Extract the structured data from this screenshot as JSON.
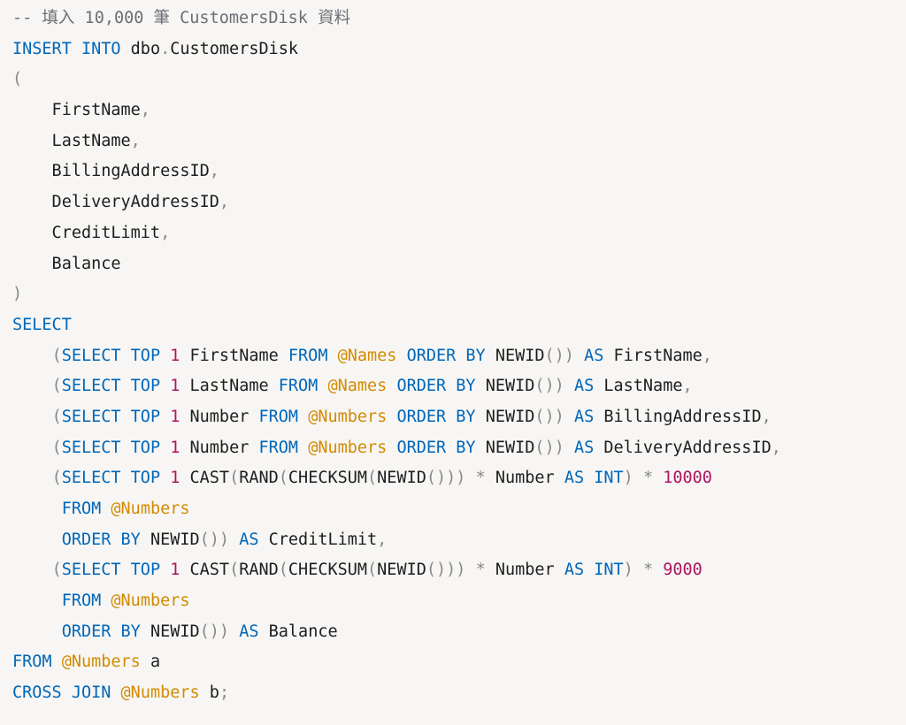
{
  "code": {
    "lines": [
      [
        [
          "cmt",
          "-- 填入 10,000 筆 CustomersDisk 資料"
        ]
      ],
      [
        [
          "kw",
          "INSERT"
        ],
        [
          "txt",
          " "
        ],
        [
          "kw",
          "INTO"
        ],
        [
          "txt",
          " dbo"
        ],
        [
          "pun",
          "."
        ],
        [
          "txt",
          "CustomersDisk"
        ]
      ],
      [
        [
          "pun",
          "("
        ]
      ],
      [
        [
          "txt",
          "    FirstName"
        ],
        [
          "pun",
          ","
        ]
      ],
      [
        [
          "txt",
          "    LastName"
        ],
        [
          "pun",
          ","
        ]
      ],
      [
        [
          "txt",
          "    BillingAddressID"
        ],
        [
          "pun",
          ","
        ]
      ],
      [
        [
          "txt",
          "    DeliveryAddressID"
        ],
        [
          "pun",
          ","
        ]
      ],
      [
        [
          "txt",
          "    CreditLimit"
        ],
        [
          "pun",
          ","
        ]
      ],
      [
        [
          "txt",
          "    Balance"
        ]
      ],
      [
        [
          "pun",
          ")"
        ]
      ],
      [
        [
          "kw",
          "SELECT"
        ]
      ],
      [
        [
          "txt",
          "    "
        ],
        [
          "pun",
          "("
        ],
        [
          "kw",
          "SELECT"
        ],
        [
          "txt",
          " "
        ],
        [
          "kw",
          "TOP"
        ],
        [
          "txt",
          " "
        ],
        [
          "num",
          "1"
        ],
        [
          "txt",
          " FirstName "
        ],
        [
          "kw",
          "FROM"
        ],
        [
          "txt",
          " "
        ],
        [
          "var",
          "@Names"
        ],
        [
          "txt",
          " "
        ],
        [
          "kw",
          "ORDER"
        ],
        [
          "txt",
          " "
        ],
        [
          "kw",
          "BY"
        ],
        [
          "txt",
          " NEWID"
        ],
        [
          "pun",
          "())"
        ],
        [
          "txt",
          " "
        ],
        [
          "kw",
          "AS"
        ],
        [
          "txt",
          " FirstName"
        ],
        [
          "pun",
          ","
        ]
      ],
      [
        [
          "txt",
          "    "
        ],
        [
          "pun",
          "("
        ],
        [
          "kw",
          "SELECT"
        ],
        [
          "txt",
          " "
        ],
        [
          "kw",
          "TOP"
        ],
        [
          "txt",
          " "
        ],
        [
          "num",
          "1"
        ],
        [
          "txt",
          " LastName "
        ],
        [
          "kw",
          "FROM"
        ],
        [
          "txt",
          " "
        ],
        [
          "var",
          "@Names"
        ],
        [
          "txt",
          " "
        ],
        [
          "kw",
          "ORDER"
        ],
        [
          "txt",
          " "
        ],
        [
          "kw",
          "BY"
        ],
        [
          "txt",
          " NEWID"
        ],
        [
          "pun",
          "())"
        ],
        [
          "txt",
          " "
        ],
        [
          "kw",
          "AS"
        ],
        [
          "txt",
          " LastName"
        ],
        [
          "pun",
          ","
        ]
      ],
      [
        [
          "txt",
          "    "
        ],
        [
          "pun",
          "("
        ],
        [
          "kw",
          "SELECT"
        ],
        [
          "txt",
          " "
        ],
        [
          "kw",
          "TOP"
        ],
        [
          "txt",
          " "
        ],
        [
          "num",
          "1"
        ],
        [
          "txt",
          " Number "
        ],
        [
          "kw",
          "FROM"
        ],
        [
          "txt",
          " "
        ],
        [
          "var",
          "@Numbers"
        ],
        [
          "txt",
          " "
        ],
        [
          "kw",
          "ORDER"
        ],
        [
          "txt",
          " "
        ],
        [
          "kw",
          "BY"
        ],
        [
          "txt",
          " NEWID"
        ],
        [
          "pun",
          "())"
        ],
        [
          "txt",
          " "
        ],
        [
          "kw",
          "AS"
        ],
        [
          "txt",
          " BillingAddressID"
        ],
        [
          "pun",
          ","
        ]
      ],
      [
        [
          "txt",
          "    "
        ],
        [
          "pun",
          "("
        ],
        [
          "kw",
          "SELECT"
        ],
        [
          "txt",
          " "
        ],
        [
          "kw",
          "TOP"
        ],
        [
          "txt",
          " "
        ],
        [
          "num",
          "1"
        ],
        [
          "txt",
          " Number "
        ],
        [
          "kw",
          "FROM"
        ],
        [
          "txt",
          " "
        ],
        [
          "var",
          "@Numbers"
        ],
        [
          "txt",
          " "
        ],
        [
          "kw",
          "ORDER"
        ],
        [
          "txt",
          " "
        ],
        [
          "kw",
          "BY"
        ],
        [
          "txt",
          " NEWID"
        ],
        [
          "pun",
          "())"
        ],
        [
          "txt",
          " "
        ],
        [
          "kw",
          "AS"
        ],
        [
          "txt",
          " DeliveryAddressID"
        ],
        [
          "pun",
          ","
        ]
      ],
      [
        [
          "txt",
          "    "
        ],
        [
          "pun",
          "("
        ],
        [
          "kw",
          "SELECT"
        ],
        [
          "txt",
          " "
        ],
        [
          "kw",
          "TOP"
        ],
        [
          "txt",
          " "
        ],
        [
          "num",
          "1"
        ],
        [
          "txt",
          " CAST"
        ],
        [
          "pun",
          "("
        ],
        [
          "txt",
          "RAND"
        ],
        [
          "pun",
          "("
        ],
        [
          "txt",
          "CHECKSUM"
        ],
        [
          "pun",
          "("
        ],
        [
          "txt",
          "NEWID"
        ],
        [
          "pun",
          "()))"
        ],
        [
          "txt",
          " "
        ],
        [
          "pun",
          "*"
        ],
        [
          "txt",
          " Number "
        ],
        [
          "kw",
          "AS"
        ],
        [
          "txt",
          " "
        ],
        [
          "kw",
          "INT"
        ],
        [
          "pun",
          ")"
        ],
        [
          "txt",
          " "
        ],
        [
          "pun",
          "*"
        ],
        [
          "txt",
          " "
        ],
        [
          "num",
          "10000"
        ]
      ],
      [
        [
          "txt",
          "     "
        ],
        [
          "kw",
          "FROM"
        ],
        [
          "txt",
          " "
        ],
        [
          "var",
          "@Numbers"
        ]
      ],
      [
        [
          "txt",
          "     "
        ],
        [
          "kw",
          "ORDER"
        ],
        [
          "txt",
          " "
        ],
        [
          "kw",
          "BY"
        ],
        [
          "txt",
          " NEWID"
        ],
        [
          "pun",
          "())"
        ],
        [
          "txt",
          " "
        ],
        [
          "kw",
          "AS"
        ],
        [
          "txt",
          " CreditLimit"
        ],
        [
          "pun",
          ","
        ]
      ],
      [
        [
          "txt",
          "    "
        ],
        [
          "pun",
          "("
        ],
        [
          "kw",
          "SELECT"
        ],
        [
          "txt",
          " "
        ],
        [
          "kw",
          "TOP"
        ],
        [
          "txt",
          " "
        ],
        [
          "num",
          "1"
        ],
        [
          "txt",
          " CAST"
        ],
        [
          "pun",
          "("
        ],
        [
          "txt",
          "RAND"
        ],
        [
          "pun",
          "("
        ],
        [
          "txt",
          "CHECKSUM"
        ],
        [
          "pun",
          "("
        ],
        [
          "txt",
          "NEWID"
        ],
        [
          "pun",
          "()))"
        ],
        [
          "txt",
          " "
        ],
        [
          "pun",
          "*"
        ],
        [
          "txt",
          " Number "
        ],
        [
          "kw",
          "AS"
        ],
        [
          "txt",
          " "
        ],
        [
          "kw",
          "INT"
        ],
        [
          "pun",
          ")"
        ],
        [
          "txt",
          " "
        ],
        [
          "pun",
          "*"
        ],
        [
          "txt",
          " "
        ],
        [
          "num",
          "9000"
        ]
      ],
      [
        [
          "txt",
          "     "
        ],
        [
          "kw",
          "FROM"
        ],
        [
          "txt",
          " "
        ],
        [
          "var",
          "@Numbers"
        ]
      ],
      [
        [
          "txt",
          "     "
        ],
        [
          "kw",
          "ORDER"
        ],
        [
          "txt",
          " "
        ],
        [
          "kw",
          "BY"
        ],
        [
          "txt",
          " NEWID"
        ],
        [
          "pun",
          "())"
        ],
        [
          "txt",
          " "
        ],
        [
          "kw",
          "AS"
        ],
        [
          "txt",
          " Balance"
        ]
      ],
      [
        [
          "kw",
          "FROM"
        ],
        [
          "txt",
          " "
        ],
        [
          "var",
          "@Numbers"
        ],
        [
          "txt",
          " a"
        ]
      ],
      [
        [
          "kw",
          "CROSS"
        ],
        [
          "txt",
          " "
        ],
        [
          "kw",
          "JOIN"
        ],
        [
          "txt",
          " "
        ],
        [
          "var",
          "@Numbers"
        ],
        [
          "txt",
          " b"
        ],
        [
          "pun",
          ";"
        ]
      ]
    ]
  },
  "colors": {
    "background": "#f7f6f4",
    "keyword": "#0066b8",
    "variable": "#d48a00",
    "number": "#b0135f",
    "punctuation": "#888888",
    "comment": "#6a6f76",
    "text": "#1e1e1e"
  }
}
